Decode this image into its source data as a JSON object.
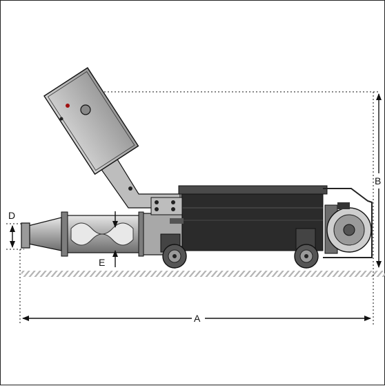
{
  "labels": {
    "a": "A",
    "b": "B",
    "d": "D",
    "e": "E"
  },
  "colors": {
    "body_dark": "#2b2b2b",
    "metal": "#b9b9b9",
    "metal_dark": "#7d7d7d",
    "hatch": "#b5b5b5",
    "line": "#111111"
  }
}
